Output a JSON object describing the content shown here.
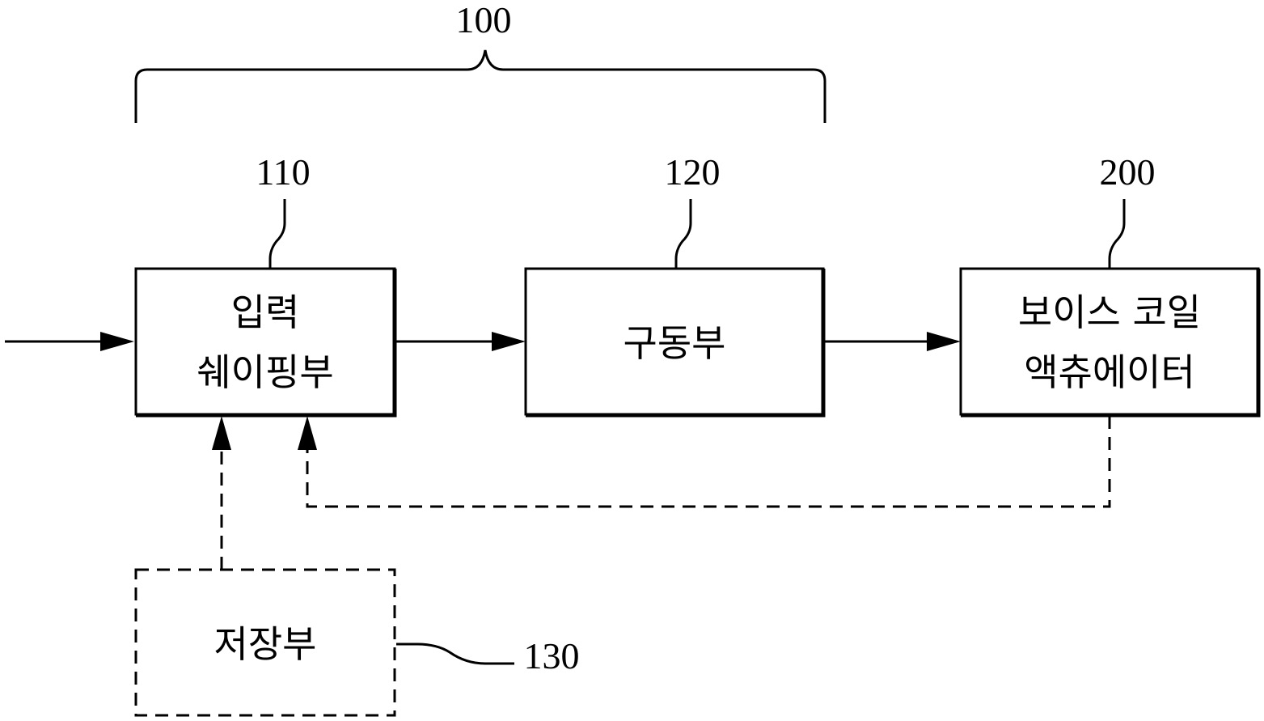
{
  "diagram": {
    "group": {
      "ref": "100"
    },
    "blocks": {
      "input_shaping": {
        "ref": "110",
        "line1": "입력",
        "line2": "쉐이핑부"
      },
      "driver": {
        "ref": "120",
        "label": "구동부"
      },
      "actuator": {
        "ref": "200",
        "line1": "보이스 코일",
        "line2": "액츄에이터"
      },
      "storage": {
        "ref": "130",
        "label": "저장부"
      }
    }
  }
}
